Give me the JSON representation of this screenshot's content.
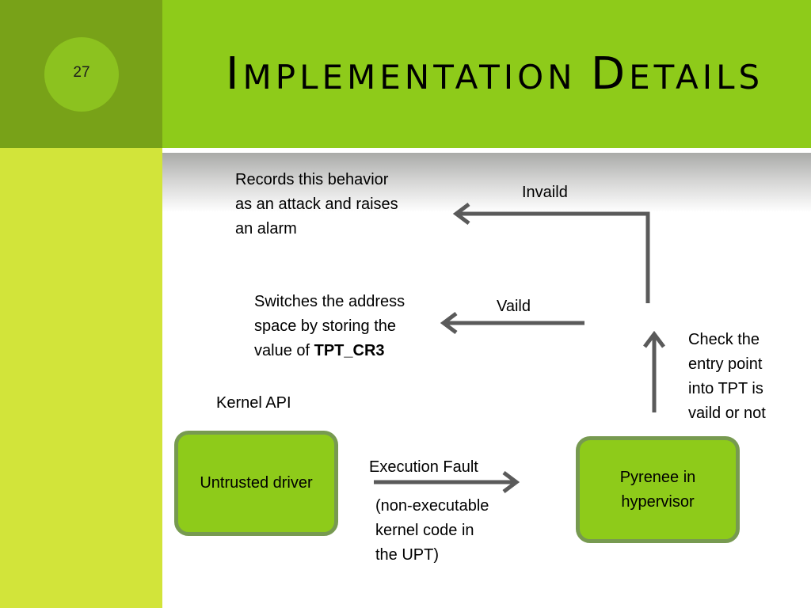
{
  "slide": {
    "number": "27",
    "title_parts": [
      {
        "text": "I",
        "cls": "cap"
      },
      {
        "text": "MPLEMENTATION ",
        "cls": "sc"
      },
      {
        "text": "D",
        "cls": "cap"
      },
      {
        "text": "ETAILS",
        "cls": "sc"
      }
    ]
  },
  "diagram": {
    "alarm_text": "Records this behavior\nas an attack and raises\nan alarm",
    "invalid_label": "Invaild",
    "switch_text_prefix": "Switches the address\nspace by storing the\nvalue of ",
    "switch_text_bold": "TPT_CR3",
    "valid_label": "Vaild",
    "check_text": "Check the\nentry point\ninto TPT is\nvaild or not",
    "kernel_api_label": "Kernel API",
    "untrusted_driver_label": "Untrusted driver",
    "execution_fault_label": "Execution Fault",
    "fault_note": "(non-executable\nkernel code in\nthe UPT)",
    "pyrenee_label": "Pyrenee in\nhypervisor"
  },
  "colors": {
    "sidebar_dark": "#78a218",
    "sidebar_light": "#d2e43a",
    "title_bar": "#8ecb1a",
    "box_fill": "#8ecb1a",
    "box_border": "#779a50",
    "arrow": "#5a5a5a"
  }
}
